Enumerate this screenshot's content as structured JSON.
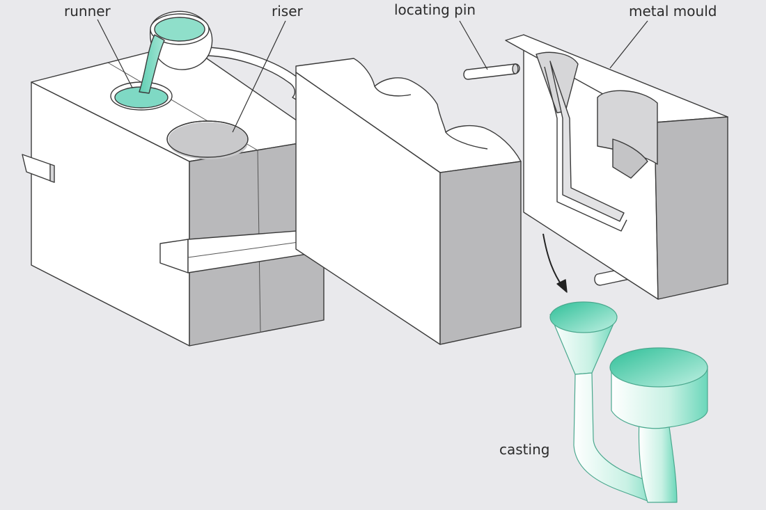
{
  "labels": {
    "runner": "runner",
    "riser": "riser",
    "locating_pin": "locating pin",
    "metal_mould": "metal mould",
    "casting": "casting"
  },
  "colors": {
    "background": "#e9e9ec",
    "face_white": "#ffffff",
    "face_grey": "#b9b9bb",
    "face_light_grey": "#d6d6d8",
    "outline": "#3a3a3a",
    "molten_metal": "#7fd9c4",
    "casting_teal": "#43c9a6"
  }
}
